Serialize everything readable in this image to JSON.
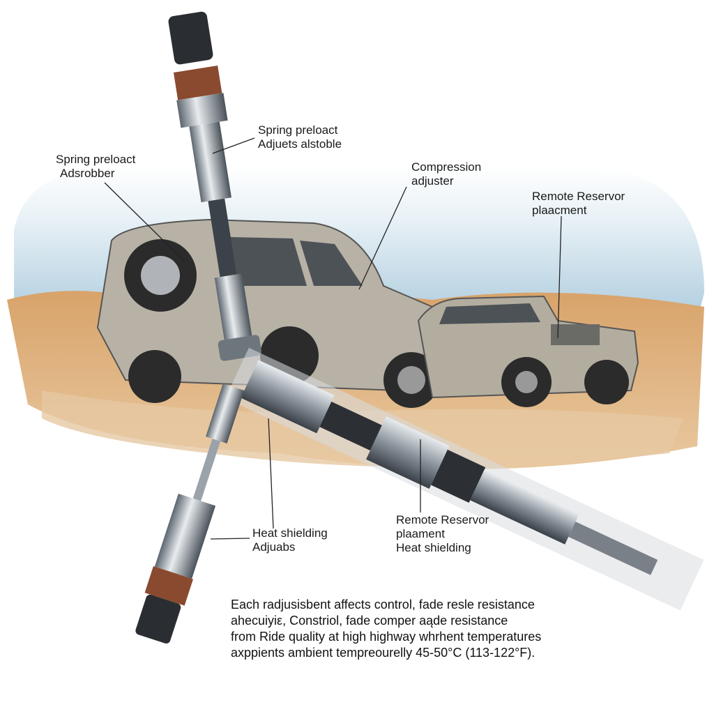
{
  "labels": {
    "spring_preload_top": {
      "line1": "Spring preloact",
      "line2": "Adjuets alstoble"
    },
    "spring_preload_left": {
      "line1": "Spring preloact",
      "line2": "Adsrobber"
    },
    "compression": {
      "line1": "Compression",
      "line2": "adjuster"
    },
    "remote_reservoir_right": {
      "line1": "Remote Reservor",
      "line2": "plaacment"
    },
    "heat_shielding": {
      "line1": "Heat shielding",
      "line2": "Adjuabs"
    },
    "remote_reservoir_center": {
      "line1": "Remote Reservor",
      "line2": "plaament",
      "line3": "Heat shielding"
    }
  },
  "caption": {
    "lines": [
      "Each radjusisbent affects control, fade resle resistance",
      "ahecuiyiε, Constriol, fade comper aąde resistance",
      "from Ride quality at high highway whrhent temperatures",
      "axppients ambient tempreourelly 45-50°C (113-122°F)."
    ]
  },
  "colors": {
    "sky": "#9fc3d8",
    "sand": "#d8a36a",
    "vehicle": "#b8b2a6",
    "copper": "#8a4a30"
  }
}
